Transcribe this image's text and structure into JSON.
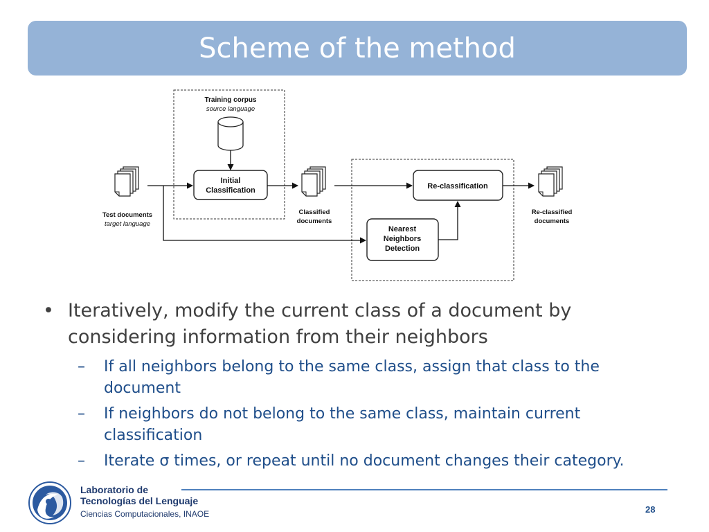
{
  "slide": {
    "title": "Scheme of the method",
    "page_number": "28"
  },
  "diagram": {
    "training_corpus": "Training corpus",
    "source_language": "source language",
    "initial_classification": [
      "Initial",
      "Classification"
    ],
    "test_documents": "Test documents",
    "target_language": "target language",
    "classified_documents": [
      "Classified",
      "documents"
    ],
    "reclassification": "Re-classification",
    "nearest_neighbors": [
      "Nearest",
      "Neighbors",
      "Detection"
    ],
    "reclassified_documents": [
      "Re-classified",
      "documents"
    ]
  },
  "bullets": {
    "main": "Iteratively, modify the current class of a document by considering information from their neighbors",
    "subs": [
      "If all neighbors belong to the same class, assign that class to the document",
      "If neighbors do not belong to the same class, maintain current classification",
      "Iterate σ times, or repeat until no document changes their category."
    ]
  },
  "footer": {
    "lab_line1": "Laboratorio de",
    "lab_line2": "Tecnologías del Lenguaje",
    "lab_line3": "Ciencias Computacionales, INAOE"
  }
}
